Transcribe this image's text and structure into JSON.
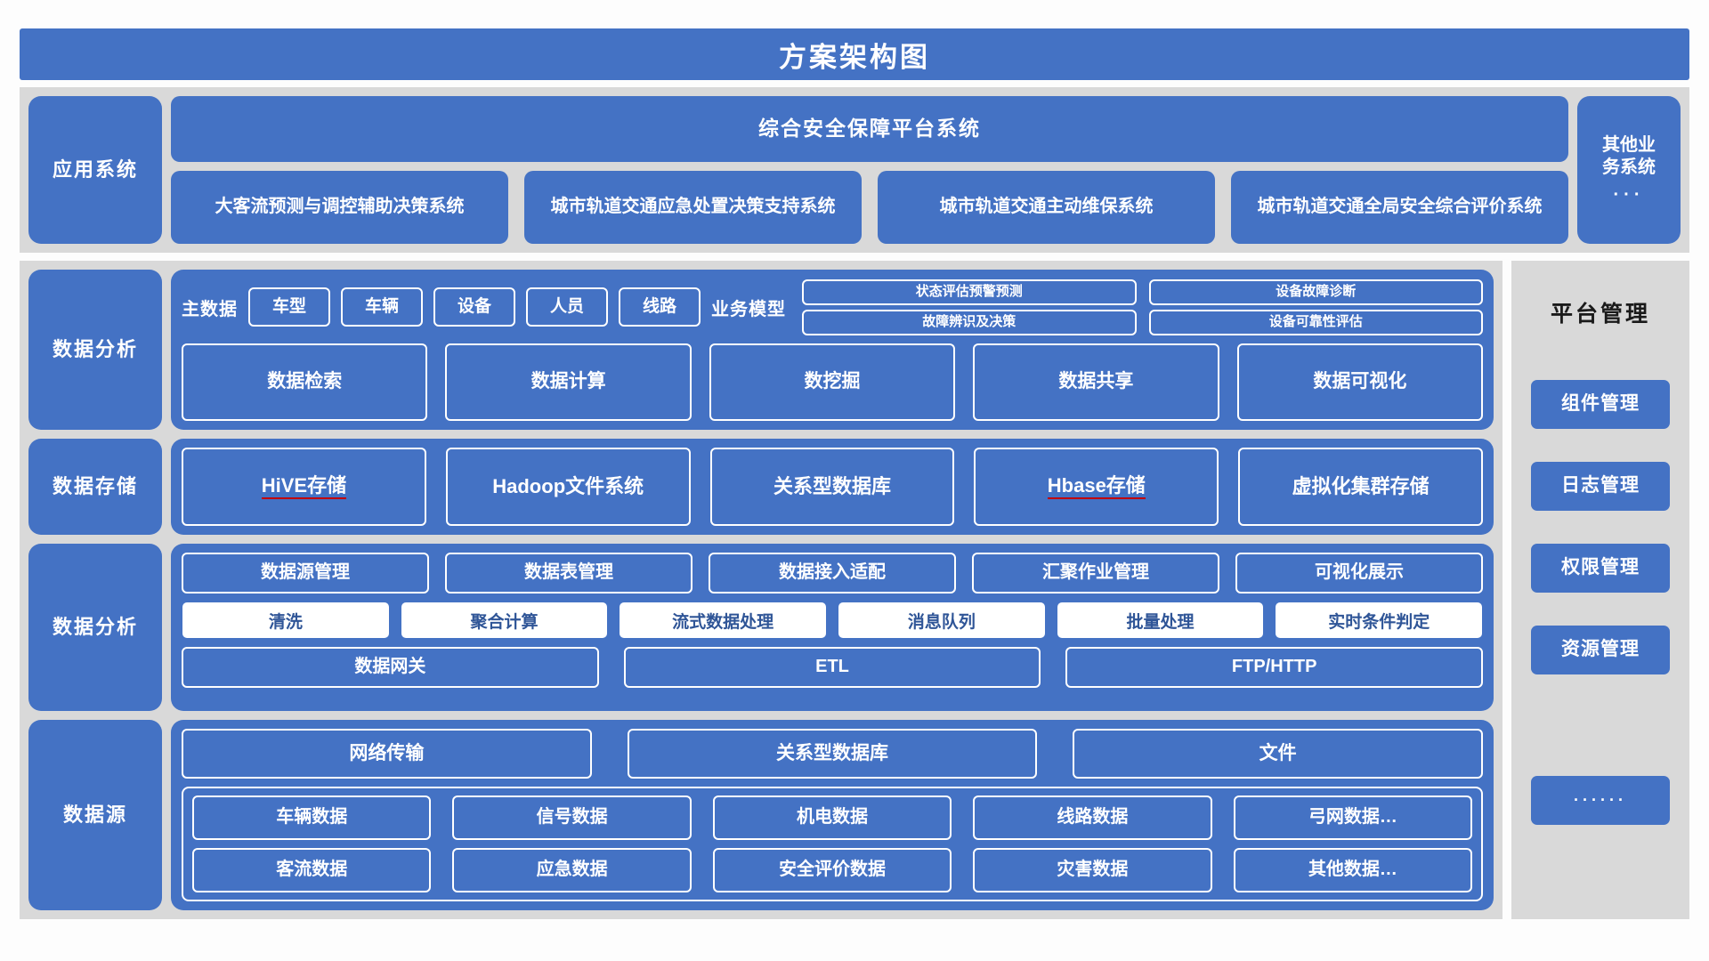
{
  "title": "方案架构图",
  "colors": {
    "accent": "#4472C4",
    "band_bg": "#D9D9D9",
    "page_bg": "#FDFDFD",
    "box_text": "#FFFFFF",
    "white_box_text": "#2F5597",
    "underline": "#C00000"
  },
  "application": {
    "row_label": "应用系统",
    "platform": "综合安全保障平台系统",
    "systems": [
      "大客流预测与调控辅助决策系统",
      "城市轨道交通应急处置决策支持系统",
      "城市轨道交通主动维保系统",
      "城市轨道交通全局安全综合评价系统"
    ],
    "other": {
      "line1": "其他业",
      "line2": "务系统",
      "dots": "···"
    }
  },
  "analysis": {
    "row_label": "数据分析",
    "master_label": "主数据",
    "master_items": [
      "车型",
      "车辆",
      "设备",
      "人员",
      "线路"
    ],
    "model_label": "业务模型",
    "models_left": [
      "状态评估预警预测",
      "故障辨识及决策"
    ],
    "models_right": [
      "设备故障诊断",
      "设备可靠性评估"
    ],
    "services": [
      "数据检索",
      "数据计算",
      "数挖掘",
      "数据共享",
      "数据可视化"
    ]
  },
  "storage": {
    "row_label": "数据存储",
    "items": [
      {
        "label": "HiVE存储",
        "underline": true
      },
      {
        "label": "Hadoop文件系统",
        "underline": false
      },
      {
        "label": "关系型数据库",
        "underline": false
      },
      {
        "label": "Hbase存储",
        "underline": true
      },
      {
        "label": "虚拟化集群存储",
        "underline": false
      }
    ]
  },
  "processing": {
    "row_label": "数据分析",
    "top": [
      "数据源管理",
      "数据表管理",
      "数据接入适配",
      "汇聚作业管理",
      "可视化展示"
    ],
    "middle": [
      "清洗",
      "聚合计算",
      "流式数据处理",
      "消息队列",
      "批量处理",
      "实时条件判定"
    ],
    "bottom": [
      "数据网关",
      "ETL",
      "FTP/HTTP"
    ]
  },
  "source": {
    "row_label": "数据源",
    "channels": [
      "网络传输",
      "关系型数据库",
      "文件"
    ],
    "grid_row1": [
      "车辆数据",
      "信号数据",
      "机电数据",
      "线路数据",
      "弓网数据…"
    ],
    "grid_row2": [
      "客流数据",
      "应急数据",
      "安全评价数据",
      "灾害数据",
      "其他数据…"
    ]
  },
  "platform_management": {
    "title": "平台管理",
    "items": [
      "组件管理",
      "日志管理",
      "权限管理",
      "资源管理"
    ],
    "more": "······"
  }
}
